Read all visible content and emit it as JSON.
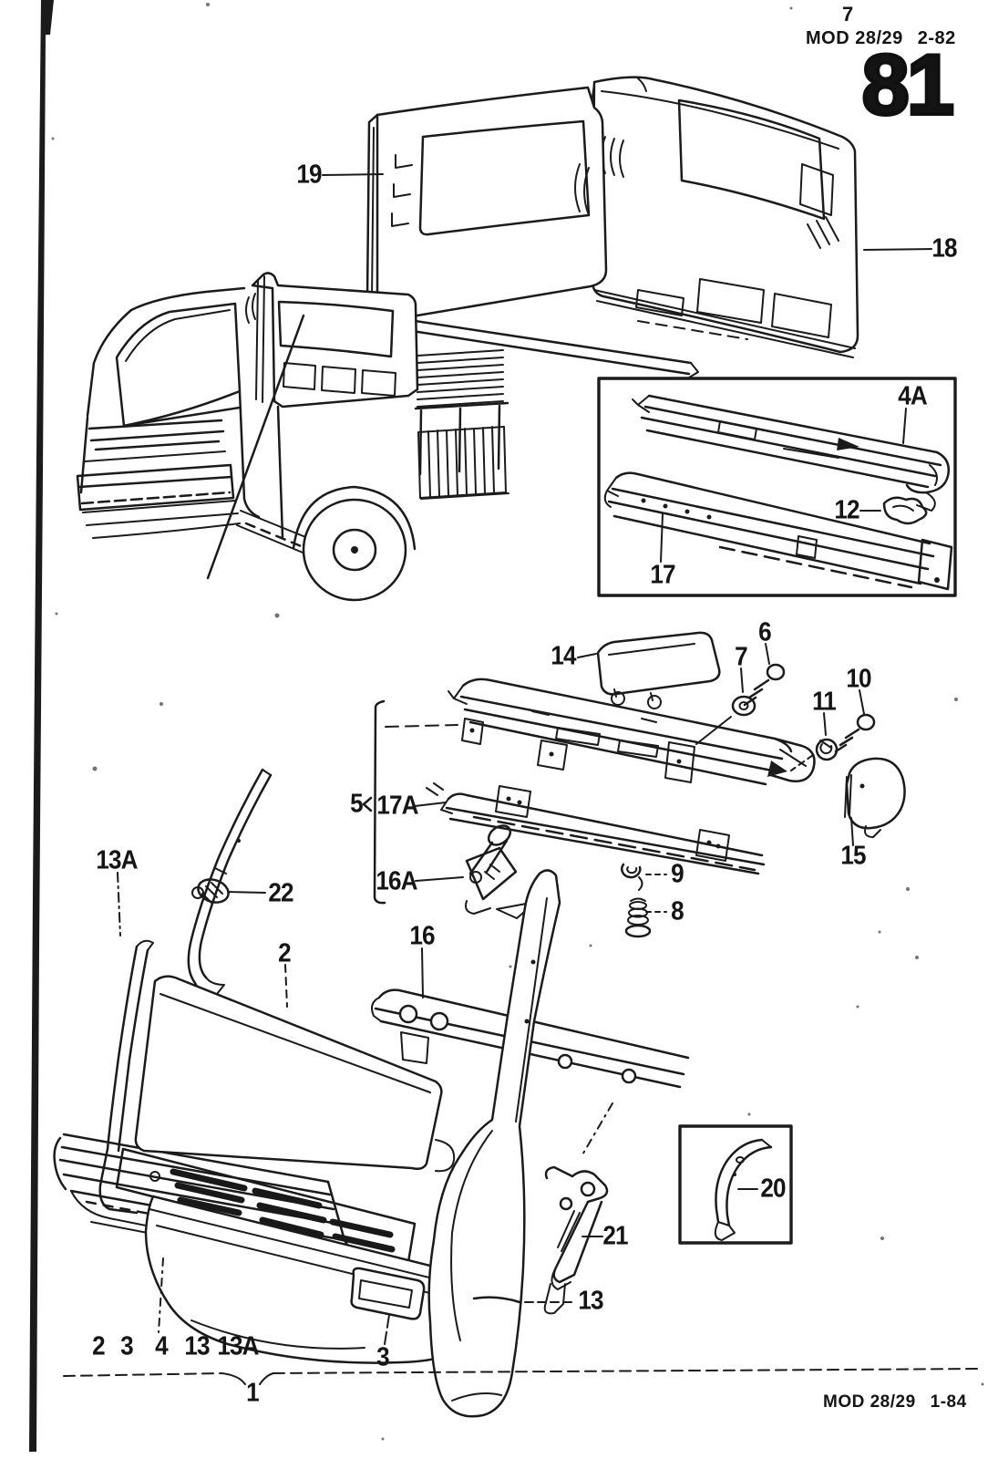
{
  "page": {
    "top_page_number": "7",
    "top_code_model": "MOD 28/29",
    "top_code_issue": "2-82",
    "section_number": "81",
    "bottom_code_model": "MOD 28/29",
    "bottom_code_issue": "1-84"
  },
  "colors": {
    "ink": "#1b1b1b",
    "paper": "#ffffff"
  },
  "callouts": {
    "c19": "19",
    "c18": "18",
    "c4A": "4A",
    "c12": "12",
    "c17": "17",
    "c14": "14",
    "c6": "6",
    "c7": "7",
    "c11": "11",
    "c10": "10",
    "c5": "5",
    "c17A": "17A",
    "c16A": "16A",
    "c9": "9",
    "c8": "8",
    "c15": "15",
    "c13A": "13A",
    "c22": "22",
    "c2": "2",
    "c16": "16",
    "c20": "20",
    "c21": "21",
    "c13": "13",
    "c3": "3",
    "c1": "1",
    "bottom_row": [
      "2",
      "3",
      "4",
      "13",
      "13A"
    ]
  }
}
